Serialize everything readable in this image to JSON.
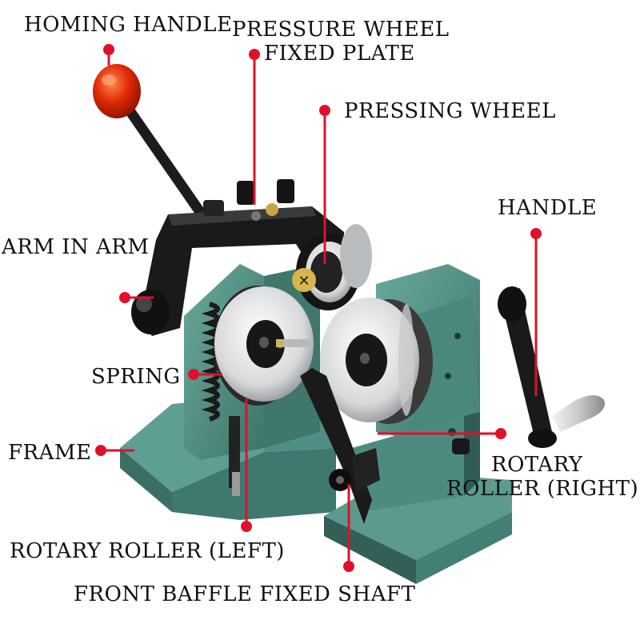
{
  "labels": {
    "homing_handle": "HOMING HANDLE",
    "pressure_wheel_1": "PRESSURE WHEEL",
    "pressure_wheel_2": "FIXED PLATE",
    "pressing_wheel": "PRESSING WHEEL",
    "handle": "HANDLE",
    "arm_in_arm": "ARM IN ARM",
    "spring": "SPRING",
    "frame": "FRAME",
    "rotary_right_1": "ROTARY",
    "rotary_right_2": "ROLLER (RIGHT)",
    "rotary_left": "ROTARY ROLLER (LEFT)",
    "front_baffle": "FRONT BAFFLE FIXED SHAFT"
  },
  "colors": {
    "leader": "#e0102a",
    "body_green": "#4f8e84",
    "body_dark": "#2e5e56",
    "steel": "#d9dadb",
    "black_part": "#1a1a1a",
    "knob": "#d42808"
  }
}
